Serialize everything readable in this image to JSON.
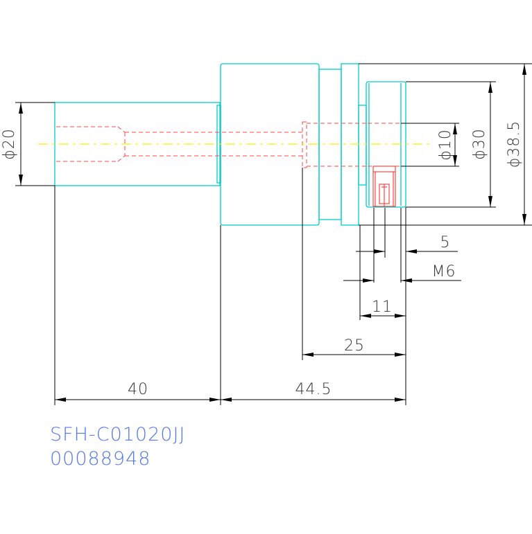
{
  "drawing": {
    "dimensions": {
      "shaft_diameter": "ϕ20",
      "bore_diameter": "ϕ10",
      "roller_diameter": "ϕ30",
      "flange_diameter": "ϕ38.5",
      "hex_depth": "5",
      "thread": "M6",
      "stud_width": "11",
      "head_length": "25",
      "shaft_length": "40",
      "body_length": "44.5"
    },
    "part_number": "SFH-C01020JJ",
    "serial_number": "00088948"
  },
  "colors": {
    "outline": "#00cccc",
    "hidden_line": "#ff4444",
    "center_line": "#ffee00",
    "dimension": "#000000",
    "label_text": "#5577ee"
  }
}
